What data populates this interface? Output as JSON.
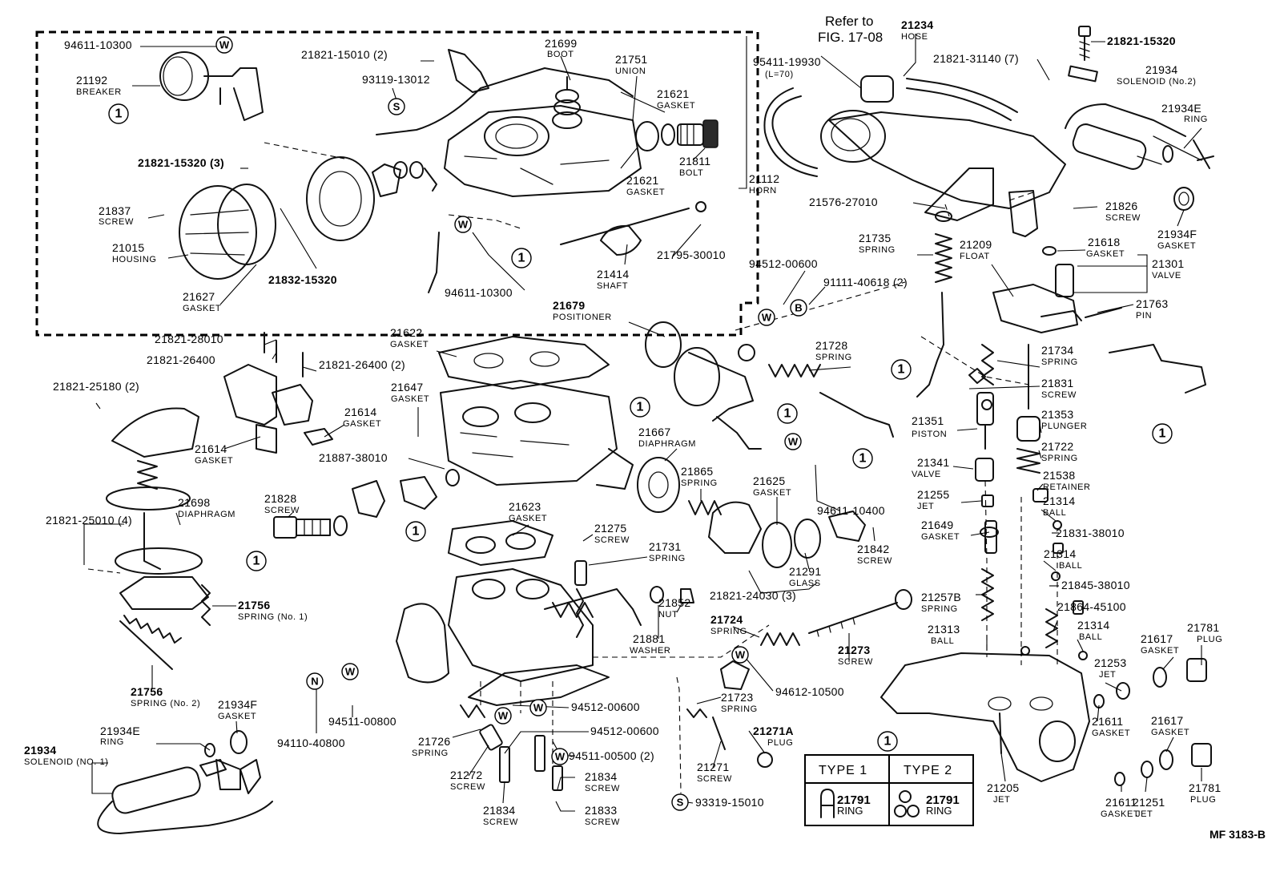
{
  "figure_code": "MF 3183-B",
  "reference_note": {
    "line1": "Refer to",
    "line2": "FIG. 17-08"
  },
  "legend": {
    "header_symbol": "1",
    "type1_label": "TYPE 1",
    "type2_label": "TYPE 2",
    "type1_part_no": "21791",
    "type1_part_name": "RING",
    "type2_part_no": "21791",
    "type2_part_name": "RING"
  },
  "symbols": {
    "W": "W",
    "S": "S",
    "B": "B",
    "N": "N",
    "ref1": "1"
  },
  "callouts": [
    {
      "no": "94611-10300",
      "name": ""
    },
    {
      "no": "21192",
      "name": "BREAKER"
    },
    {
      "no": "21821-15010 (2)",
      "name": ""
    },
    {
      "no": "21699",
      "name": "BOOT"
    },
    {
      "no": "93119-13012",
      "name": ""
    },
    {
      "no": "21751",
      "name": "UNION"
    },
    {
      "no": "21621",
      "name": "GASKET"
    },
    {
      "no": "21621",
      "name": "GASKET"
    },
    {
      "no": "21811",
      "name": "BOLT"
    },
    {
      "no": "21821-15320 (3)",
      "name": ""
    },
    {
      "no": "21837",
      "name": "SCREW"
    },
    {
      "no": "21015",
      "name": "HOUSING"
    },
    {
      "no": "21627",
      "name": "GASKET"
    },
    {
      "no": "21832-15320",
      "name": ""
    },
    {
      "no": "94611-10300",
      "name": ""
    },
    {
      "no": "21112",
      "name": "HORN"
    },
    {
      "no": "21414",
      "name": "SHAFT"
    },
    {
      "no": "21795-30010",
      "name": ""
    },
    {
      "no": "21234",
      "name": "HOSE"
    },
    {
      "no": "95411-19930",
      "name": "(L=70)"
    },
    {
      "no": "21821-31140 (7)",
      "name": ""
    },
    {
      "no": "21821-15320",
      "name": ""
    },
    {
      "no": "21934",
      "name": "SOLENOID (No.2)"
    },
    {
      "no": "21934E",
      "name": "RING"
    },
    {
      "no": "21576-27010",
      "name": ""
    },
    {
      "no": "21826",
      "name": "SCREW"
    },
    {
      "no": "21934F",
      "name": "GASKET"
    },
    {
      "no": "21735",
      "name": "SPRING"
    },
    {
      "no": "21209",
      "name": "FLOAT"
    },
    {
      "no": "21618",
      "name": "GASKET"
    },
    {
      "no": "21301",
      "name": "VALVE"
    },
    {
      "no": "21763",
      "name": "PIN"
    },
    {
      "no": "94512-00600",
      "name": ""
    },
    {
      "no": "91111-40618 (2)",
      "name": ""
    },
    {
      "no": "21679",
      "name": "POSITIONER"
    },
    {
      "no": "21821-28010",
      "name": ""
    },
    {
      "no": "21821-26400",
      "name": ""
    },
    {
      "no": "21821-26400 (2)",
      "name": ""
    },
    {
      "no": "21622",
      "name": "GASKET"
    },
    {
      "no": "21728",
      "name": "SPRING"
    },
    {
      "no": "21734",
      "name": "SPRING"
    },
    {
      "no": "21831",
      "name": "SCREW"
    },
    {
      "no": "21821-25180 (2)",
      "name": ""
    },
    {
      "no": "21647",
      "name": "GASKET"
    },
    {
      "no": "21614",
      "name": "GASKET"
    },
    {
      "no": "21614",
      "name": "GASKET"
    },
    {
      "no": "21353",
      "name": "PLUNGER"
    },
    {
      "no": "21351",
      "name": "PISTON"
    },
    {
      "no": "21667",
      "name": "DIAPHRAGM"
    },
    {
      "no": "21722",
      "name": "SPRING"
    },
    {
      "no": "21887-38010",
      "name": ""
    },
    {
      "no": "21865",
      "name": "SPRING"
    },
    {
      "no": "21341",
      "name": "VALVE"
    },
    {
      "no": "21538",
      "name": "RETAINER"
    },
    {
      "no": "21828",
      "name": "SCREW"
    },
    {
      "no": "21625",
      "name": "GASKET"
    },
    {
      "no": "94611-10400",
      "name": ""
    },
    {
      "no": "21255",
      "name": "JET"
    },
    {
      "no": "21314",
      "name": "BALL"
    },
    {
      "no": "21698",
      "name": "DIAPHRAGM"
    },
    {
      "no": "21623",
      "name": "GASKET"
    },
    {
      "no": "21649",
      "name": "GASKET"
    },
    {
      "no": "21831-38010",
      "name": ""
    },
    {
      "no": "21821-25010 (4)",
      "name": ""
    },
    {
      "no": "21275",
      "name": "SCREW"
    },
    {
      "no": "21731",
      "name": "SPRING"
    },
    {
      "no": "21842",
      "name": "SCREW"
    },
    {
      "no": "21291",
      "name": "GLASS"
    },
    {
      "no": "21314",
      "name": "BALL"
    },
    {
      "no": "21821-24030 (3)",
      "name": ""
    },
    {
      "no": "21845-38010",
      "name": ""
    },
    {
      "no": "21852",
      "name": "NUT"
    },
    {
      "no": "21257B",
      "name": "SPRING"
    },
    {
      "no": "21864-45100",
      "name": ""
    },
    {
      "no": "21756",
      "name": "SPRING (No. 1)"
    },
    {
      "no": "21881",
      "name": "WASHER"
    },
    {
      "no": "21724",
      "name": "SPRING"
    },
    {
      "no": "21313",
      "name": "BALL"
    },
    {
      "no": "21314",
      "name": "BALL"
    },
    {
      "no": "21781",
      "name": "PLUG"
    },
    {
      "no": "21617",
      "name": "GASKET"
    },
    {
      "no": "21273",
      "name": "SCREW"
    },
    {
      "no": "21253",
      "name": "JET"
    },
    {
      "no": "21756",
      "name": "SPRING (No. 2)"
    },
    {
      "no": "21934F",
      "name": "GASKET"
    },
    {
      "no": "94612-10500",
      "name": ""
    },
    {
      "no": "21723",
      "name": "SPRING"
    },
    {
      "no": "94512-00600",
      "name": ""
    },
    {
      "no": "94511-00800",
      "name": ""
    },
    {
      "no": "21611",
      "name": "GASKET"
    },
    {
      "no": "21617",
      "name": "GASKET"
    },
    {
      "no": "21934E",
      "name": "RING"
    },
    {
      "no": "21934",
      "name": "SOLENOID (NO. 1)"
    },
    {
      "no": "94512-00600",
      "name": ""
    },
    {
      "no": "21271A",
      "name": "PLUG"
    },
    {
      "no": "94110-40800",
      "name": ""
    },
    {
      "no": "21726",
      "name": "SPRING"
    },
    {
      "no": "94511-00500 (2)",
      "name": ""
    },
    {
      "no": "21271",
      "name": "SCREW"
    },
    {
      "no": "21272",
      "name": "SCREW"
    },
    {
      "no": "21834",
      "name": "SCREW"
    },
    {
      "no": "21205",
      "name": "JET"
    },
    {
      "no": "21781",
      "name": "PLUG"
    },
    {
      "no": "21834",
      "name": "SCREW"
    },
    {
      "no": "21833",
      "name": "SCREW"
    },
    {
      "no": "21611",
      "name": "GASKET"
    },
    {
      "no": "21251",
      "name": "JET"
    },
    {
      "no": "93319-15010",
      "name": ""
    }
  ]
}
